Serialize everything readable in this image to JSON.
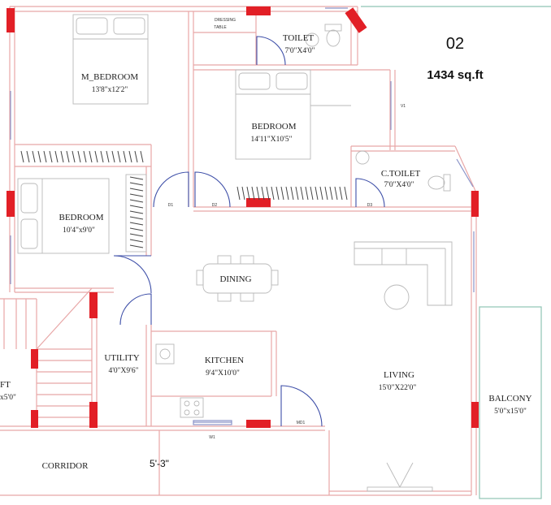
{
  "unit_number": "02",
  "area": "1434 sq.ft",
  "rooms": {
    "m_bedroom": {
      "name": "M_BEDROOM",
      "size": "13'8\"x12'2\""
    },
    "dressing": {
      "line1": "DRESSING",
      "line2": "TABLE"
    },
    "toilet": {
      "name": "TOILET",
      "size": "7'0\"X4'0\""
    },
    "bedroom2": {
      "name": "BEDROOM",
      "size": "14'11\"X10'5\""
    },
    "c_toilet": {
      "name": "C.TOILET",
      "size": "7'0\"X4'0\""
    },
    "bedroom3": {
      "name": "BEDROOM",
      "size": "10'4\"x9'0\""
    },
    "dining": {
      "name": "DINING"
    },
    "utility": {
      "name": "UTILITY",
      "size": "4'0\"X9'6\""
    },
    "kitchen": {
      "name": "KITCHEN",
      "size": "9'4\"X10'0\""
    },
    "living": {
      "name": "LIVING",
      "size": "15'0\"X22'0\""
    },
    "balcony": {
      "name": "BALCONY",
      "size": "5'0\"x15'0\""
    },
    "corridor": {
      "name": "CORRIDOR",
      "width": "5'-3\""
    },
    "lift": {
      "name": "FT",
      "size": "x5'0\""
    }
  },
  "door_tags": {
    "main_door": "MD1",
    "d1": "D1",
    "d2": "D2",
    "d3": "D3"
  },
  "window_tags": {
    "w1": "W1",
    "v1": "V1"
  },
  "colors": {
    "wall": "#e8a7a7",
    "column": "#e21f26",
    "door": "#3e4fa8",
    "balcony": "#8fc4b4"
  }
}
